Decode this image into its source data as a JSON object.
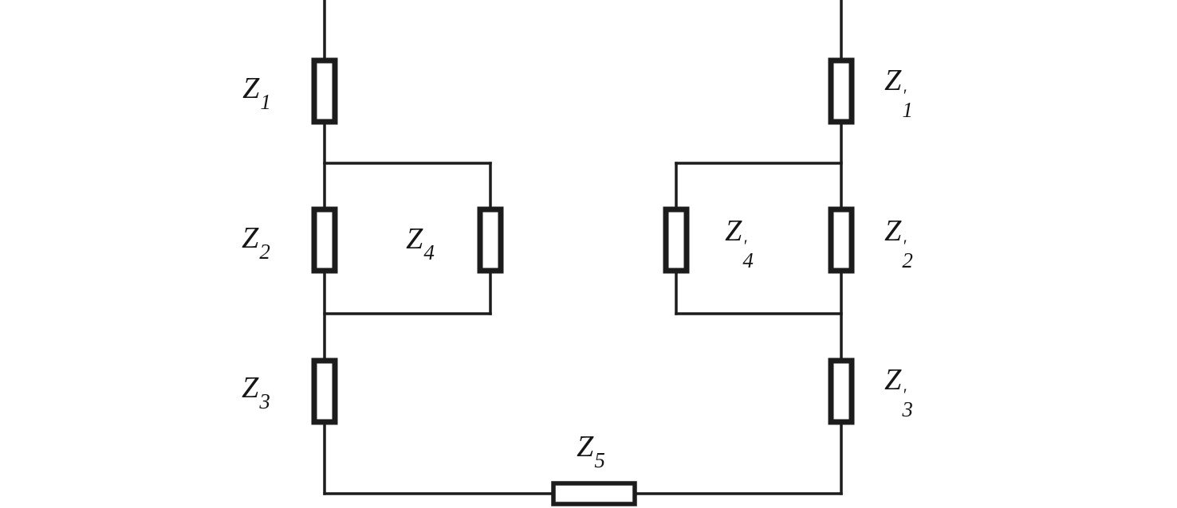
{
  "figure": {
    "type": "circuit-diagram",
    "description": "Symmetric impedance network: left branch has series Z1, then Z2 in parallel with Z4, then Z3; right branch mirrors it with primed impedances Z'1, Z'2, Z'4, Z'3; both branches join through the shared horizontal impedance Z5 at the bottom."
  },
  "colors": {
    "wire": "#1c1c1c",
    "component_fill": "#ffffff",
    "background": "#ffffff"
  },
  "labels": {
    "Z1": {
      "base": "Z",
      "prime": "",
      "sub": "1"
    },
    "Z2": {
      "base": "Z",
      "prime": "",
      "sub": "2"
    },
    "Z3": {
      "base": "Z",
      "prime": "",
      "sub": "3"
    },
    "Z4": {
      "base": "Z",
      "prime": "",
      "sub": "4"
    },
    "Z5": {
      "base": "Z",
      "prime": "",
      "sub": "5"
    },
    "Z1p": {
      "base": "Z",
      "prime": "′",
      "sub": "1"
    },
    "Z2p": {
      "base": "Z",
      "prime": "′",
      "sub": "2"
    },
    "Z3p": {
      "base": "Z",
      "prime": "′",
      "sub": "3"
    },
    "Z4p": {
      "base": "Z",
      "prime": "′",
      "sub": "4"
    }
  },
  "components": [
    {
      "id": "Z1",
      "side": "left",
      "role": "series-top",
      "orientation": "vertical"
    },
    {
      "id": "Z2",
      "side": "left",
      "role": "parallel-inner",
      "orientation": "vertical"
    },
    {
      "id": "Z4",
      "side": "left",
      "role": "parallel-outer",
      "orientation": "vertical"
    },
    {
      "id": "Z3",
      "side": "left",
      "role": "series-bottom",
      "orientation": "vertical"
    },
    {
      "id": "Z5",
      "side": "center",
      "role": "shared-bottom",
      "orientation": "horizontal"
    },
    {
      "id": "Z1p",
      "side": "right",
      "role": "series-top",
      "orientation": "vertical"
    },
    {
      "id": "Z2p",
      "side": "right",
      "role": "parallel-inner",
      "orientation": "vertical"
    },
    {
      "id": "Z4p",
      "side": "right",
      "role": "parallel-outer",
      "orientation": "vertical"
    },
    {
      "id": "Z3p",
      "side": "right",
      "role": "series-bottom",
      "orientation": "vertical"
    }
  ]
}
